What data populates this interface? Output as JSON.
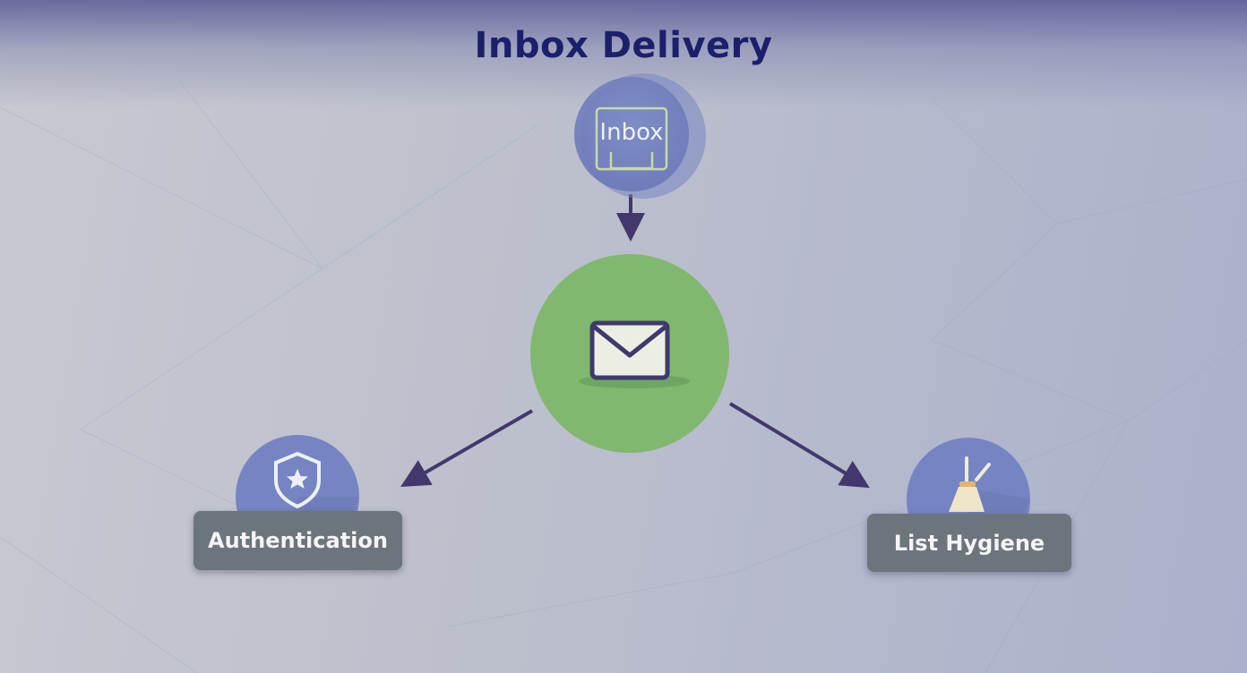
{
  "title": "Inbox Delivery",
  "nodes": {
    "inbox": {
      "label": "Inbox",
      "icon": "inbox-tray-icon"
    },
    "email": {
      "icon": "envelope-icon"
    },
    "authentication": {
      "label": "Authentication",
      "icon": "shield-star-icon"
    },
    "list_hygiene": {
      "label": "List Hygiene",
      "icon": "broom-icon"
    }
  },
  "edges": [
    {
      "from": "inbox",
      "to": "email"
    },
    {
      "from": "email",
      "to": "authentication"
    },
    {
      "from": "email",
      "to": "list_hygiene"
    }
  ],
  "colors": {
    "title": "#1c1f6b",
    "node_blue": "#7080bd",
    "node_green": "#7fb86e",
    "label_box": "#6c757c",
    "arrow": "#43376e"
  }
}
